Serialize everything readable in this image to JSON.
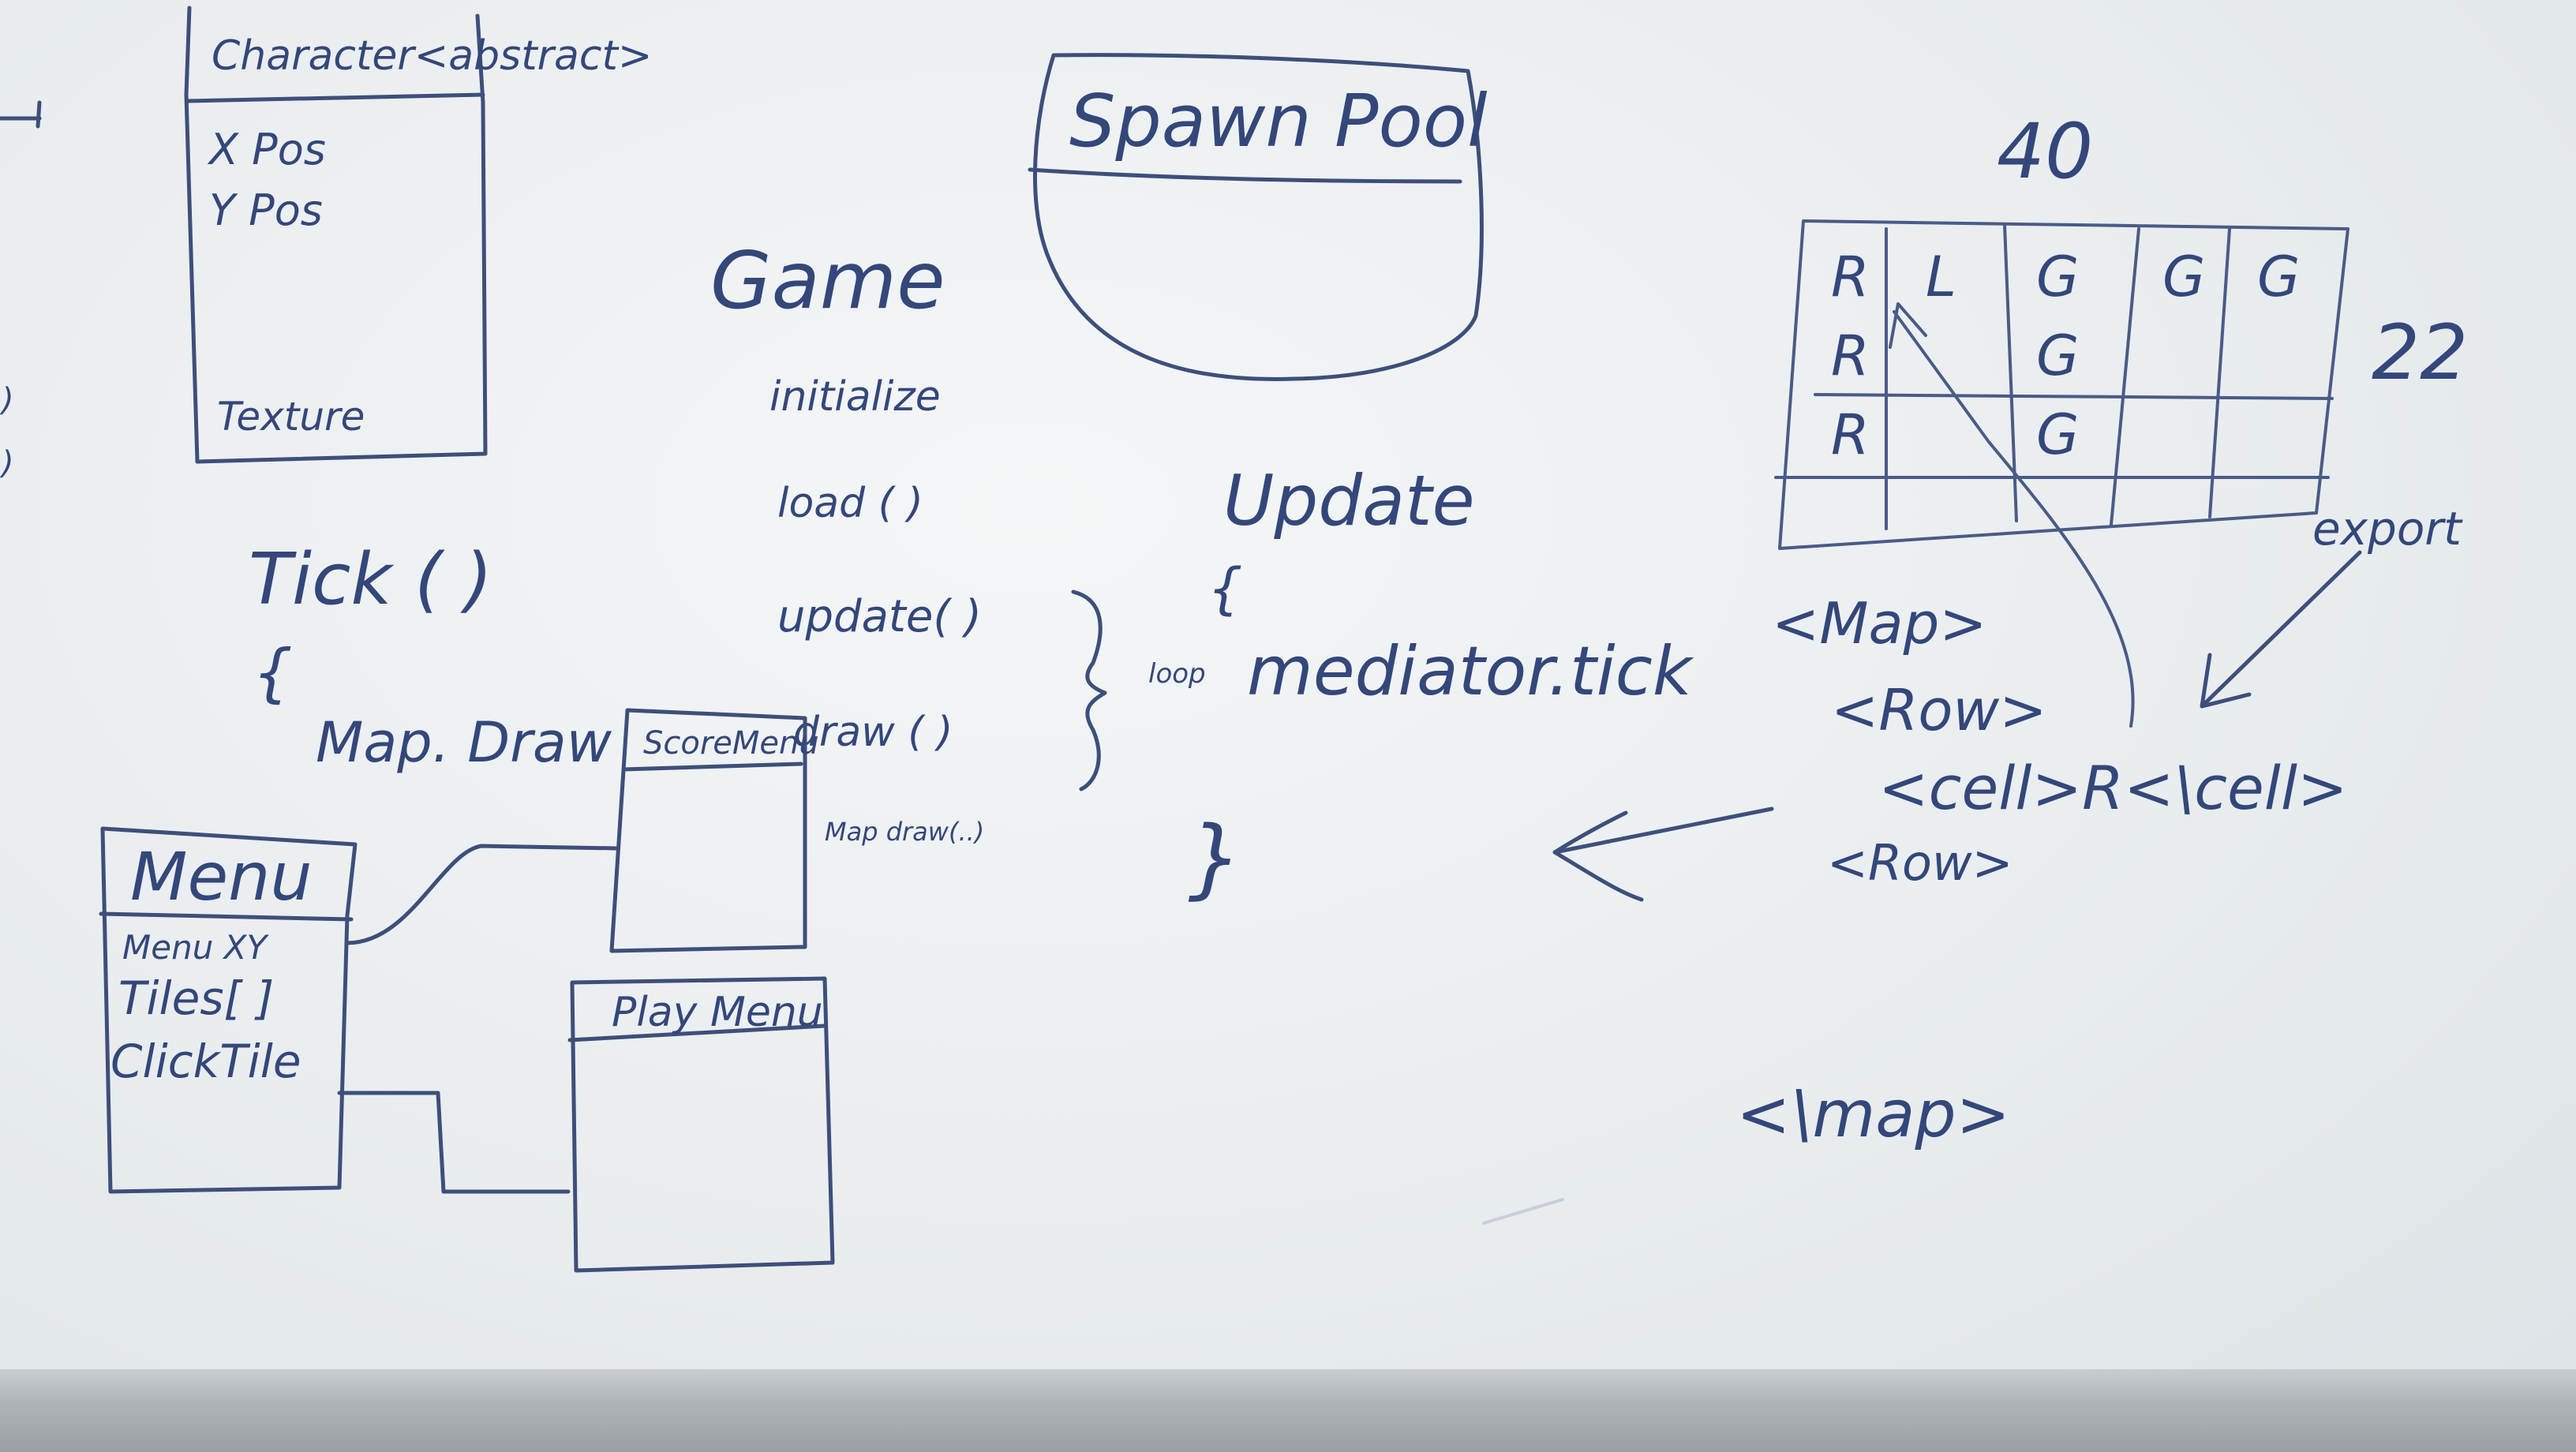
{
  "character_class": {
    "title": "Character<abstract>",
    "fields": [
      "X Pos",
      "Y Pos",
      "Texture"
    ]
  },
  "spawn_pool": {
    "title": "Spawn Pool"
  },
  "game_block": {
    "title": "Game",
    "methods": [
      "initialize",
      "load ( )",
      "update( )",
      "draw ( )"
    ]
  },
  "update_block": {
    "title": "Update",
    "open_brace": "{",
    "loop_label": "loop",
    "call": "mediator.tick",
    "close_brace": "}"
  },
  "tick_block": {
    "title": "Tick ( )",
    "open_brace": "{",
    "call": "Map. Draw"
  },
  "menu_class": {
    "title": "Menu",
    "fields": [
      "Menu XY",
      "Tiles[ ]",
      "ClickTile"
    ]
  },
  "score_menu": {
    "title": "ScoreMenu"
  },
  "play_menu": {
    "title": "Play Menu"
  },
  "map_draw_note": "Map draw(..)",
  "grid": {
    "width_label": "40",
    "height_label": "22",
    "rows": [
      [
        "R",
        "L",
        "G",
        "G",
        "G"
      ],
      [
        "R",
        "",
        "G",
        "",
        ""
      ],
      [
        "R",
        "",
        "G",
        "",
        ""
      ]
    ]
  },
  "export_label": "export",
  "xml": {
    "map_open": "<Map>",
    "row_open": "<Row>",
    "cell_line": "<cell>R<\\cell>",
    "row_close": "<Row>",
    "map_close": "<\\map>"
  }
}
